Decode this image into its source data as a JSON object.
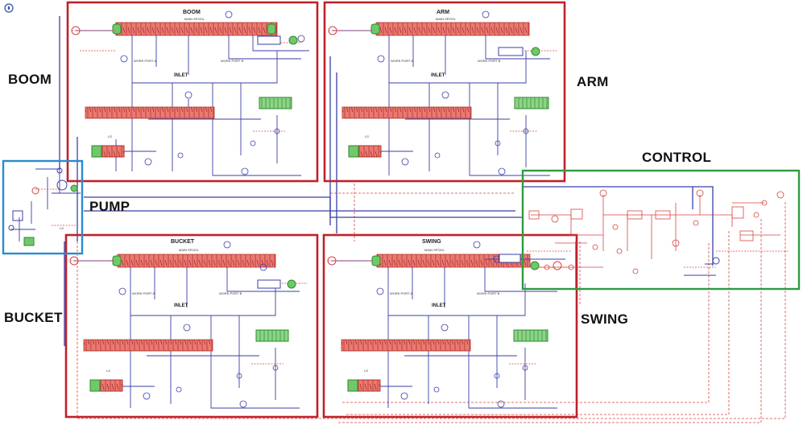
{
  "labels": {
    "boom": "BOOM",
    "arm": "ARM",
    "pump": "PUMP",
    "control": "CONTROL",
    "bucket": "BUCKET",
    "swing": "SWING"
  },
  "sections": {
    "boom": {
      "title": "BOOM",
      "spool": "MAIN SPOOL",
      "inlet": "INLET",
      "work_a": "WORK PORT A",
      "work_b": "WORK PORT B",
      "ls": "LS"
    },
    "arm": {
      "title": "ARM",
      "spool": "MAIN SPOOL",
      "inlet": "INLET",
      "work_a": "WORK PORT A",
      "work_b": "WORK PORT B",
      "ls": "LS"
    },
    "bucket": {
      "title": "BUCKET",
      "spool": "MAIN SPOOL",
      "inlet": "INLET",
      "work_a": "WORK PORT A",
      "work_b": "WORK PORT B",
      "ls": "LS"
    },
    "swing": {
      "title": "SWING",
      "spool": "MAIN SPOOL",
      "inlet": "INLET",
      "work_a": "WORK PORT A",
      "work_b": "WORK PORT B",
      "ls": "LS"
    }
  },
  "pump_box": {
    "ls": "LS"
  },
  "colors": {
    "section_border": "#c0212a",
    "pump_border": "#2b8ad0",
    "control_border": "#2e9b40",
    "hydraulic_line": "#3a3fa8",
    "signal_line": "#d9433f",
    "valve_fill": "#e0605a",
    "actuator_fill": "#6fc86a"
  },
  "icons": {
    "corner": "drop-icon"
  }
}
